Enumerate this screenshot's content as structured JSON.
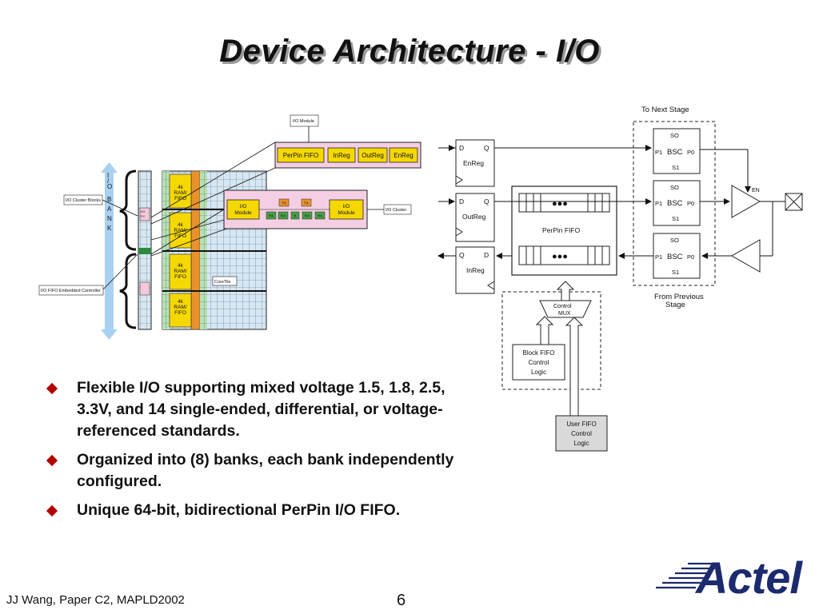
{
  "slide": {
    "title": "Device Architecture - I/O",
    "footer": "JJ Wang, Paper C2,  MAPLD2002",
    "page_number": "6",
    "logo_text": "Actel"
  },
  "bullets": [
    "Flexible I/O supporting mixed voltage 1.5, 1.8, 2.5, 3.3V, and 14 single-ended, differential, or voltage-referenced standards.",
    "Organized into (8) banks, each bank independently configured.",
    "Unique 64-bit, bidirectional PerPin I/O FIFO."
  ],
  "left_diagram": {
    "io_module_tag": "I/O Module",
    "io_cluster_blocks": "I/O Cluster Blocks",
    "io_fifo_controller": "I/O FIFO Embedded Controller",
    "io_cluster": "I/O Cluster",
    "core_tile": "CoreTile",
    "bank_letters": [
      "I",
      "/",
      "O",
      "B",
      "A",
      "N",
      "K"
    ],
    "ram_blocks": [
      [
        "4k",
        "RAM/",
        "FIFO"
      ],
      [
        "4k",
        "RAM/",
        "FIFO"
      ],
      [
        "4k",
        "RAM/",
        "FIFO"
      ],
      [
        "4k",
        "RAM/",
        "FIFO"
      ]
    ],
    "perpin_fifo": "PerPin FIFO",
    "inreg": "InReg",
    "outreg": "OutReg",
    "enreg": "EnReg",
    "io_module_a": [
      "I/O",
      "Module"
    ],
    "io_module_b": [
      "I/O",
      "Module"
    ],
    "tx": "TX",
    "rx": "RX",
    "small_cells": [
      "TX",
      "RX",
      "TX",
      "RX",
      "B",
      "RX",
      "RX"
    ],
    "io_small": [
      "I/O",
      "FC"
    ]
  },
  "right_diagram": {
    "to_next_stage": "To Next Stage",
    "from_previous_stage": [
      "From Previous",
      "Stage"
    ],
    "enreg": "EnReg",
    "outreg": "OutReg",
    "inreg": "InReg",
    "d": "D",
    "q": "Q",
    "perpin_fifo": "PerPin FIFO",
    "bsc": "BSC",
    "so": "SO",
    "si": "S1",
    "p0": "P0",
    "p1": "P1",
    "en": "EN",
    "dots": "●●●",
    "control_mux": [
      "Control",
      "MUX"
    ],
    "block_fifo": [
      "Block FIFO",
      "Control",
      "Logic"
    ],
    "user_fifo": [
      "User FIFO",
      "Control",
      "Logic"
    ]
  },
  "colors": {
    "accent_red": "#b30000",
    "ram_yellow": "#f5d800",
    "io_green": "#2e8b3e",
    "cell_blue": "#cfe0ef",
    "logo_blue": "#1c2a6e"
  }
}
